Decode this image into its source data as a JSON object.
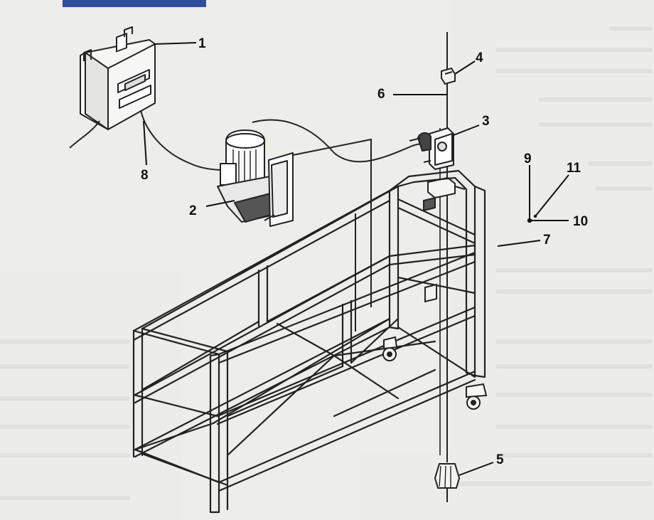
{
  "diagram": {
    "header_bar_color": "#2f4f9c",
    "callouts": [
      {
        "id": "c1",
        "text": "1"
      },
      {
        "id": "c2",
        "text": "2"
      },
      {
        "id": "c3",
        "text": "3"
      },
      {
        "id": "c4",
        "text": "4"
      },
      {
        "id": "c5",
        "text": "5"
      },
      {
        "id": "c6",
        "text": "6"
      },
      {
        "id": "c7",
        "text": "7"
      },
      {
        "id": "c8",
        "text": "8"
      },
      {
        "id": "c9",
        "text": "9"
      },
      {
        "id": "c10",
        "text": "10"
      },
      {
        "id": "c11",
        "text": "11"
      }
    ]
  }
}
